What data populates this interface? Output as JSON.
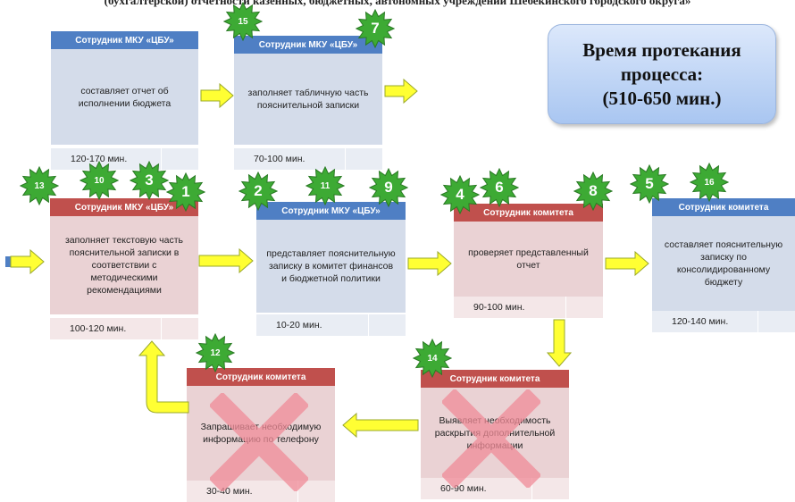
{
  "header": "(бухгалтерской) отчетности казенных, бюджетных, автономных учреждений Шебекинского городского округа»",
  "timebox": {
    "line1": "Время протекания",
    "line2": "процесса:",
    "line3": "(510-650 мин.)"
  },
  "cards": {
    "c1": {
      "title": "Сотрудник МКУ «ЦБУ»",
      "text": "составляет отчет об исполнении бюджета",
      "time": "120-170 мин."
    },
    "c2": {
      "title": "Сотрудник МКУ «ЦБУ»",
      "text": "заполняет табличную часть пояснительной записки",
      "time": "70-100 мин."
    },
    "c3": {
      "title": "Сотрудник МКУ «ЦБУ»",
      "text": "заполняет текстовую часть пояснительной записки в соответствии с методическими рекомендациями",
      "time": "100-120 мин."
    },
    "c4": {
      "title": "Сотрудник МКУ «ЦБУ»",
      "text": "представляет пояснительную записку в комитет финансов и бюджетной политики",
      "time": "10-20 мин."
    },
    "c5": {
      "title": "Сотрудник комитета",
      "text": "проверяет представленный отчет",
      "time": "90-100 мин."
    },
    "c6": {
      "title": "Сотрудник комитета",
      "text": "составляет пояснительную записку по консолидированному бюджету",
      "time": "120-140 мин."
    },
    "c7": {
      "title": "Сотрудник комитета",
      "text": "Выявляет необходимость раскрытия дополнительной информации",
      "time": "60-90 мин."
    },
    "c8": {
      "title": "Сотрудник комитета",
      "text": "Запрашивает необходимую информацию по телефону",
      "time": "30-40 мин."
    }
  },
  "badges": {
    "b15": "15",
    "b7": "7",
    "b13": "13",
    "b10": "10",
    "b3": "3",
    "b1": "1",
    "b2": "2",
    "b11": "11",
    "b9": "9",
    "b4": "4",
    "b6": "6",
    "b8": "8",
    "b5": "5",
    "b16": "16",
    "b14": "14",
    "b12": "12"
  },
  "colors": {
    "blue_header": "#4f7fc4",
    "red_header": "#c0504d",
    "badge_green": "#3daa34",
    "arrow_yellow": "#ffff33",
    "x_mark": "#f08c98"
  }
}
